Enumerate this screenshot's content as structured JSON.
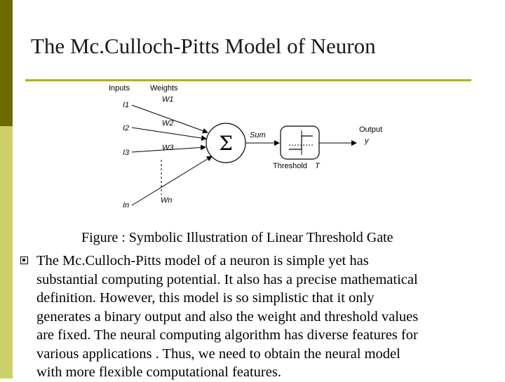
{
  "slide": {
    "title": "The Mc.Culloch-Pitts Model of Neuron",
    "colors": {
      "dark_bar": "#6b6b00",
      "light_bar": "#cfcf6a",
      "rule": "#b3b300"
    }
  },
  "diagram": {
    "inputs_label": "Inputs",
    "weights_label": "Weights",
    "inputs": [
      "I1",
      "I2",
      "I3",
      "In"
    ],
    "weights": [
      "W1",
      "W2",
      "W3",
      "Wn"
    ],
    "sum_symbol": "Σ",
    "sum_label": "Sum",
    "threshold_label": "Threshold",
    "threshold_symbol": "T",
    "output_label": "Output",
    "output_symbol": "y"
  },
  "caption": "Figure  : Symbolic Illustration of Linear Threshold Gate",
  "body": {
    "bullet_icon": "square-bullet-icon",
    "lines": [
      "The Mc.Culloch-Pitts model of a neuron is simple yet has",
      "substantial computing potential. It also has a precise mathematical",
      "definition. However, this model is so simplistic that it only",
      "generates a binary output and also the weight and threshold values",
      "are fixed. The neural computing algorithm has diverse features for",
      "various applications . Thus, we need to obtain the neural model",
      "with more flexible computational features."
    ]
  }
}
